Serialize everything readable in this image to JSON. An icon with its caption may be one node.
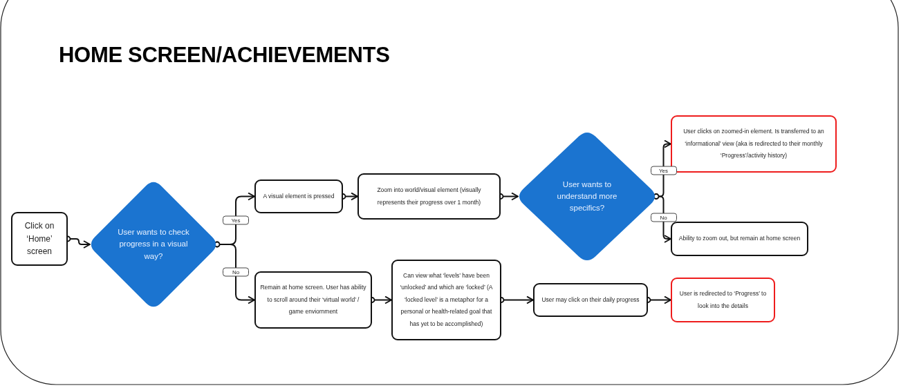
{
  "diagram": {
    "title": "HOME SCREEN/ACHIEVEMENTS",
    "nodes": [
      {
        "text": [
          "Click on ‘Home’ screen"
        ]
      },
      {
        "text": [
          "User wants to check progress in a visual way?"
        ]
      },
      {
        "text": [
          "A visual element is pressed"
        ]
      },
      {
        "text": [
          "Zoom into world/visual element (visually represents their progress over 1 month)"
        ]
      },
      {
        "text": [
          "User wants to understand more specifics?"
        ]
      },
      {
        "text": [
          "User clicks on zoomed-in element. Is transferred to an ‘informational’ view (aka is redirected to their monthly ‘Progress’/activity history)"
        ]
      },
      {
        "text": [
          "Ability to zoom out, but remain at home screen"
        ]
      },
      {
        "text": [
          "Remain at home screen. User has ability to scroll around their ‘virtual world’ / game enviornment"
        ]
      },
      {
        "text": [
          "Can view what ‘levels’ have been ‘unlocked’ and which are ‘locked’ (A ‘locked level’ is a metaphor for a personal or health-related goal that has yet to be accomplished)"
        ]
      },
      {
        "text": [
          "User may click on their daily progress"
        ]
      },
      {
        "text": [
          "User is redirected to ‘Progress’ to look into the details"
        ]
      }
    ],
    "edges": [
      {
        "from": 0,
        "to": 1,
        "arrow": "to"
      },
      {
        "from": 1,
        "to": 2,
        "arrow": "to",
        "label": "Yes"
      },
      {
        "from": 1,
        "to": 7,
        "arrow": "to",
        "label": "No"
      },
      {
        "from": 2,
        "to": 3,
        "arrow": "to"
      },
      {
        "from": 3,
        "to": 4,
        "arrow": "to"
      },
      {
        "from": 4,
        "to": 5,
        "arrow": "to",
        "label": "Yes"
      },
      {
        "from": 4,
        "to": 6,
        "arrow": "to",
        "label": "No"
      },
      {
        "from": 7,
        "to": 8,
        "arrow": "to"
      },
      {
        "from": 8,
        "to": 9,
        "arrow": "to"
      },
      {
        "from": 9,
        "to": 10,
        "arrow": "to"
      }
    ]
  }
}
